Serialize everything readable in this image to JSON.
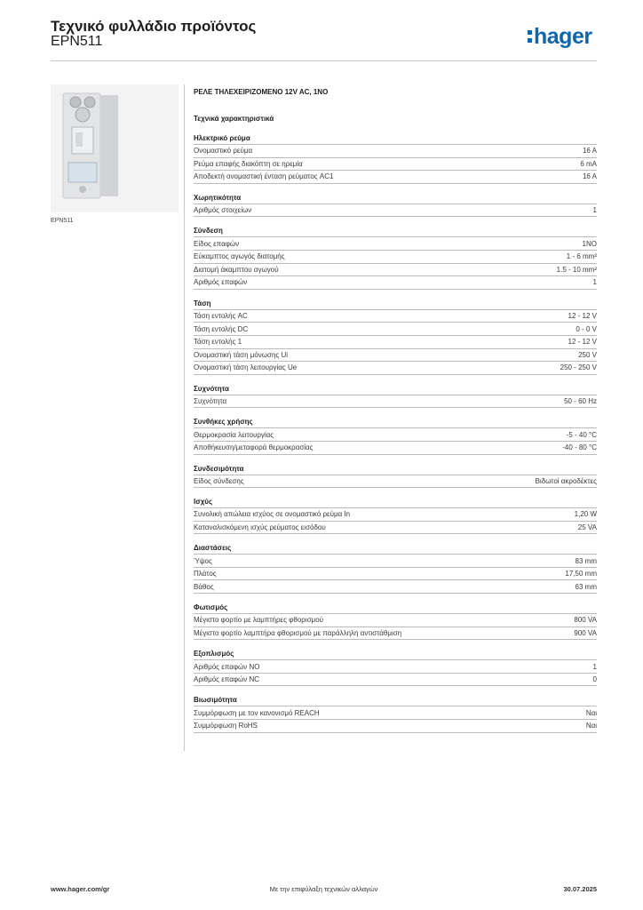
{
  "header": {
    "title": "Τεχνικό φυλλάδιο προϊόντος",
    "code": "EPN511",
    "logo_text": "hager",
    "brand_color": "#0e66ad"
  },
  "product": {
    "image_icon": "product-photo",
    "caption": "EPN511",
    "title": "ΡΕΛΕ ΤΗΛΕΧΕΙΡΙΖΟΜΕΝΟ 12V AC, 1NO"
  },
  "tech_title": "Τεχνικά χαρακτηριστικά",
  "sections": [
    {
      "title": "Ηλεκτρικό ρεύμα",
      "rows": [
        {
          "label": "Ονομαστικό ρεύμα",
          "value": "16 A"
        },
        {
          "label": "Ρεύμα επαφής διακόπτη σε ηρεμία",
          "value": "6 mA"
        },
        {
          "label": "Αποδεκτή ονομαστική ένταση ρεύματος AC1",
          "value": "16 A"
        }
      ]
    },
    {
      "title": "Χωρητικότητα",
      "rows": [
        {
          "label": "Αριθμός στοιχείων",
          "value": "1"
        }
      ]
    },
    {
      "title": "Σύνδεση",
      "rows": [
        {
          "label": "Είδος επαφών",
          "value": "1NO"
        },
        {
          "label": "Εύκαμπτος αγωγός διατομής",
          "value": "1 - 6 mm²"
        },
        {
          "label": "Διατομή άκαμπτου αγωγού",
          "value": "1.5 - 10 mm²"
        },
        {
          "label": "Αριθμός επαφών",
          "value": "1"
        }
      ]
    },
    {
      "title": "Τάση",
      "rows": [
        {
          "label": "Τάση εντολής AC",
          "value": "12 - 12 V"
        },
        {
          "label": "Τάση εντολής DC",
          "value": "0 - 0 V"
        },
        {
          "label": "Τάση εντολής 1",
          "value": "12 - 12 V"
        },
        {
          "label": "Ονομαστική τάση μόνωσης Ui",
          "value": "250 V"
        },
        {
          "label": "Ονομαστική τάση λειτουργίας Ue",
          "value": "250 - 250 V"
        }
      ]
    },
    {
      "title": "Συχνότητα",
      "rows": [
        {
          "label": "Συχνότητα",
          "value": "50 - 60 Hz"
        }
      ]
    },
    {
      "title": "Συνθήκες χρήσης",
      "rows": [
        {
          "label": "Θερμοκρασία λειτουργίας",
          "value": "-5 - 40 °C"
        },
        {
          "label": "Αποθήκευση/μεταφορά θερμοκρασίας",
          "value": "-40 - 80 °C"
        }
      ]
    },
    {
      "title": "Συνδεσιμότητα",
      "rows": [
        {
          "label": "Είδος σύνδεσης",
          "value": "Βιδωτοί ακροδέκτες"
        }
      ]
    },
    {
      "title": "Ισχύς",
      "rows": [
        {
          "label": "Συνολική απώλεια ισχύος σε ονομαστικό ρεύμα In",
          "value": "1,20 W"
        },
        {
          "label": "Καταναλισκόμενη ισχύς ρεύματος εισόδου",
          "value": "25 VA"
        }
      ]
    },
    {
      "title": "Διαστάσεις",
      "rows": [
        {
          "label": "Ύψος",
          "value": "83 mm"
        },
        {
          "label": "Πλάτος",
          "value": "17,50 mm"
        },
        {
          "label": "Βάθος",
          "value": "63 mm"
        }
      ]
    },
    {
      "title": "Φωτισμός",
      "rows": [
        {
          "label": "Μέγιστο φορτίο με λαμπτήρες φθορισμού",
          "value": "800 VA"
        },
        {
          "label": "Μέγιστο φορτίο λαμπτήρα φθορισμού με παράλληλη αντιστάθμιση",
          "value": "900 VA"
        }
      ]
    },
    {
      "title": "Εξοπλισμός",
      "rows": [
        {
          "label": "Αριθμός επαφών NO",
          "value": "1"
        },
        {
          "label": "Αριθμός επαφών NC",
          "value": "0"
        }
      ]
    },
    {
      "title": "Βιωσιμότητα",
      "rows": [
        {
          "label": "Συμμόρφωση με τον κανονισμό REACH",
          "value": "Ναι"
        },
        {
          "label": "Συμμόρφωση RoHS",
          "value": "Ναι"
        }
      ]
    }
  ],
  "footer": {
    "website": "www.hager.com/gr",
    "notice": "Με την επιφύλαξη τεχνικών αλλαγών",
    "date": "30.07.2025"
  }
}
